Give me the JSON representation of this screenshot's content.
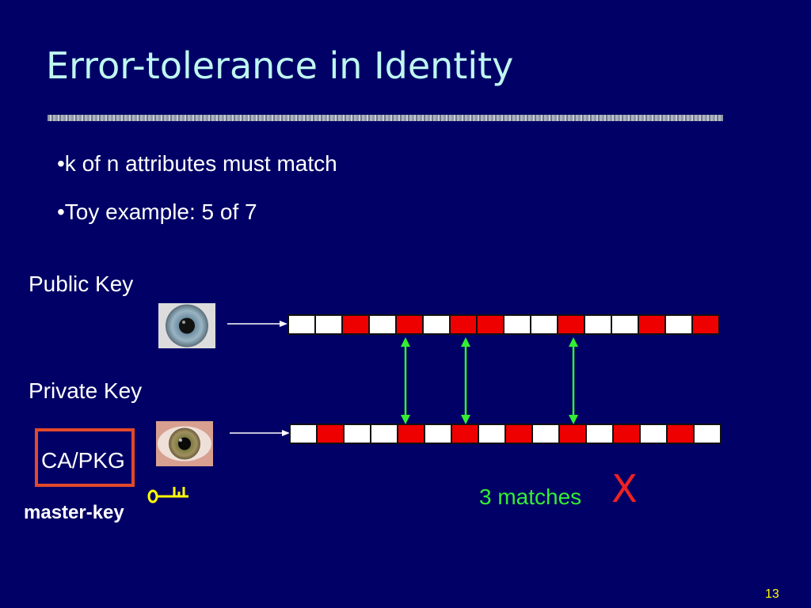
{
  "slide": {
    "title": "Error-tolerance in Identity",
    "bullets": [
      "•k of n attributes must match",
      "•Toy example: 5 of 7"
    ],
    "public_key_label": "Public Key",
    "private_key_label": "Private Key",
    "ca_label": "CA/PKG",
    "master_key_label": "master-key",
    "matches_label": "3 matches",
    "fail_mark": "X",
    "page_number": "13"
  },
  "rows": {
    "public": [
      "white",
      "white",
      "red",
      "white",
      "red",
      "white",
      "red",
      "red",
      "white",
      "white",
      "red",
      "white",
      "white",
      "red",
      "white",
      "red"
    ],
    "private": [
      "white",
      "red",
      "white",
      "white",
      "red",
      "white",
      "red",
      "white",
      "red",
      "white",
      "red",
      "white",
      "red",
      "white",
      "red",
      "white"
    ]
  },
  "colors": {
    "background": "#000066",
    "title": "#bff7f0",
    "cell_red": "#ee0000",
    "cell_white": "#ffffff",
    "match_arrow": "#33ee33",
    "ca_border": "#e24a2a",
    "key_icon": "#ffff00"
  },
  "icons": {
    "public_eye": "iris-eye-icon",
    "private_eye": "iris-eye-icon",
    "master_key": "key-icon"
  }
}
